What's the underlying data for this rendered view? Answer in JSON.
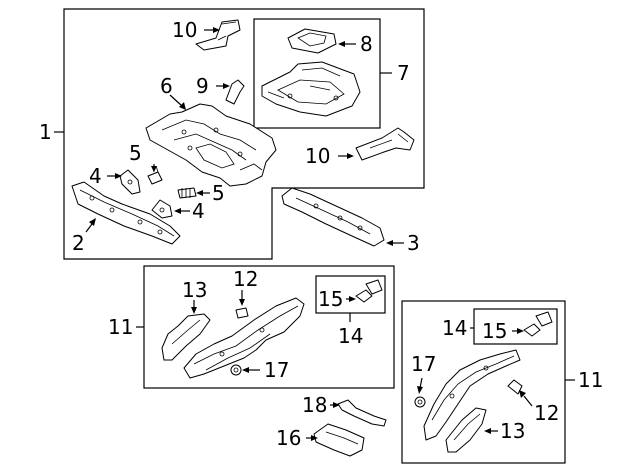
{
  "callouts": {
    "c1": "1",
    "c2": "2",
    "c3": "3",
    "c4a": "4",
    "c4b": "4",
    "c5a": "5",
    "c5b": "5",
    "c6": "6",
    "c7": "7",
    "c8": "8",
    "c9": "9",
    "c10a": "10",
    "c10b": "10",
    "c11a": "11",
    "c11b": "11",
    "c12a": "12",
    "c12b": "12",
    "c13a": "13",
    "c13b": "13",
    "c14a": "14",
    "c14b": "14",
    "c15a": "15",
    "c15b": "15",
    "c16": "16",
    "c17a": "17",
    "c17b": "17",
    "c18": "18"
  }
}
